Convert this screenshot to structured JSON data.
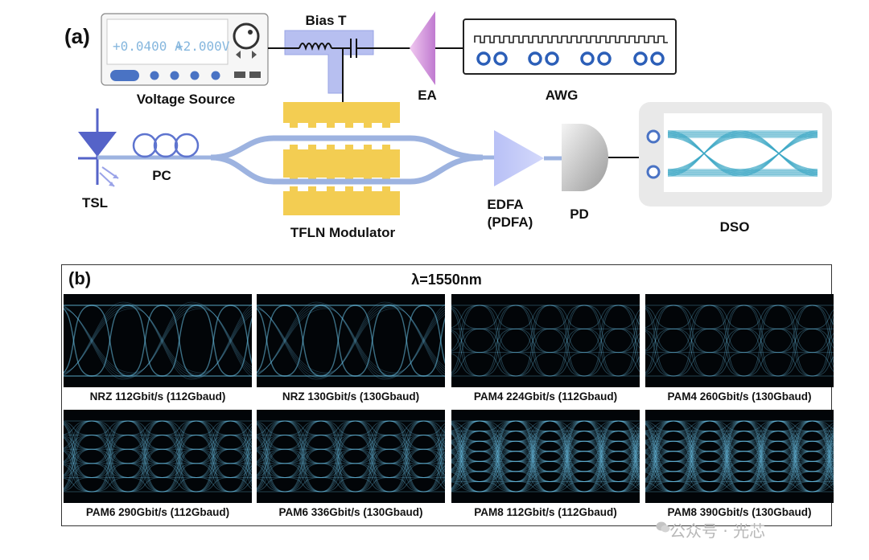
{
  "panel_a": {
    "letter": "(a)",
    "voltage_source": {
      "label": "Voltage Source",
      "current": "+0.0400 A",
      "voltage": "+2.000V"
    },
    "bias_t": "Bias T",
    "ea": "EA",
    "awg": "AWG",
    "tsl": "TSL",
    "pc": "PC",
    "modulator": "TFLN Modulator",
    "edfa": "EDFA",
    "pdfa": "(PDFA)",
    "pd": "PD",
    "dso": "DSO"
  },
  "panel_b": {
    "letter": "(b)",
    "title": "λ=1550nm",
    "eyes": [
      {
        "caption": "NRZ 112Gbit/s (112Gbaud)",
        "levels": 2
      },
      {
        "caption": "NRZ 130Gbit/s (130Gbaud)",
        "levels": 2
      },
      {
        "caption": "PAM4 224Gbit/s (112Gbaud)",
        "levels": 4
      },
      {
        "caption": "PAM4 260Gbit/s (130Gbaud)",
        "levels": 4
      },
      {
        "caption": "PAM6 290Gbit/s (112Gbaud)",
        "levels": 6
      },
      {
        "caption": "PAM6 336Gbit/s (130Gbaud)",
        "levels": 6
      },
      {
        "caption": "PAM8 112Gbit/s (112Gbaud)",
        "levels": 8
      },
      {
        "caption": "PAM8 390Gbit/s (130Gbaud)",
        "levels": 8
      }
    ]
  },
  "watermark": "公众号 · 光芯",
  "colors": {
    "eye_trace": "#6cc4ea",
    "modulator_gold": "#f3cd52",
    "waveguide": "#9db3e0",
    "tsl_blue": "#5563c8"
  }
}
